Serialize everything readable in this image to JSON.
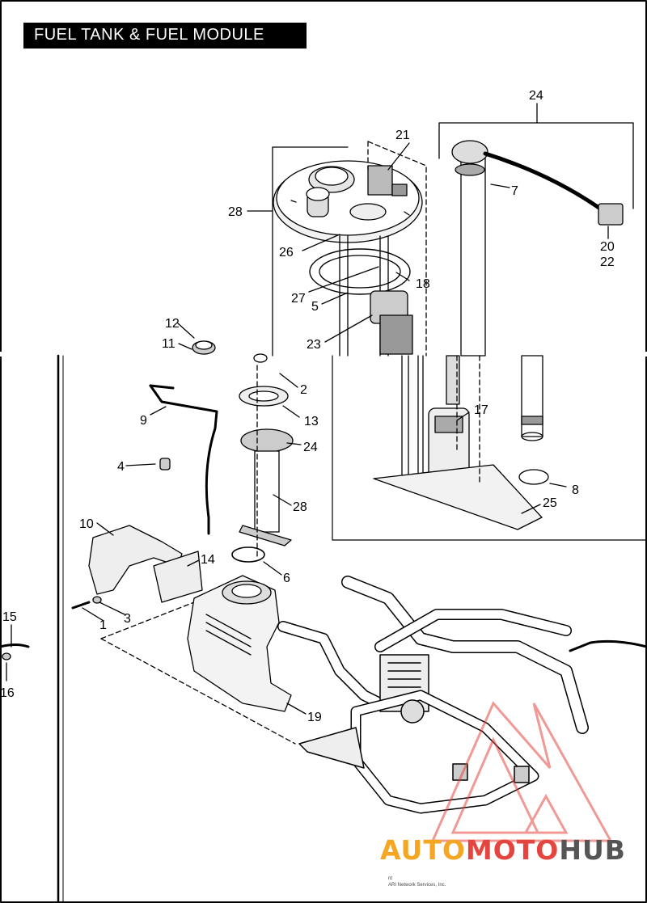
{
  "title": "FUEL TANK & FUEL MODULE",
  "callouts": [
    {
      "id": "c1",
      "text": "1"
    },
    {
      "id": "c2",
      "text": "2"
    },
    {
      "id": "c3",
      "text": "3"
    },
    {
      "id": "c4",
      "text": "4"
    },
    {
      "id": "c5",
      "text": "5"
    },
    {
      "id": "c6",
      "text": "6"
    },
    {
      "id": "c7",
      "text": "7"
    },
    {
      "id": "c8",
      "text": "8"
    },
    {
      "id": "c9",
      "text": "9"
    },
    {
      "id": "c10",
      "text": "10"
    },
    {
      "id": "c11",
      "text": "11"
    },
    {
      "id": "c12",
      "text": "12"
    },
    {
      "id": "c13",
      "text": "13"
    },
    {
      "id": "c14",
      "text": "14"
    },
    {
      "id": "c15",
      "text": "15"
    },
    {
      "id": "c16",
      "text": "16"
    },
    {
      "id": "c17",
      "text": "17"
    },
    {
      "id": "c18",
      "text": "18"
    },
    {
      "id": "c19",
      "text": "19"
    },
    {
      "id": "c20",
      "text": "20"
    },
    {
      "id": "c21",
      "text": "21"
    },
    {
      "id": "c22",
      "text": "22"
    },
    {
      "id": "c23",
      "text": "23"
    },
    {
      "id": "c24a",
      "text": "24"
    },
    {
      "id": "c24b",
      "text": "24"
    },
    {
      "id": "c25",
      "text": "25"
    },
    {
      "id": "c26",
      "text": "26"
    },
    {
      "id": "c27",
      "text": "27"
    },
    {
      "id": "c28a",
      "text": "28"
    },
    {
      "id": "c28b",
      "text": "28"
    }
  ],
  "watermark": {
    "part1": "AUTO",
    "part2": "MOTO",
    "part3": "HUB",
    "colors": {
      "part1": "#f5a623",
      "part2": "#e4463f",
      "part3": "#555555"
    }
  },
  "footer": {
    "line1": "nt",
    "line2": "ARI Network Services, Inc."
  }
}
